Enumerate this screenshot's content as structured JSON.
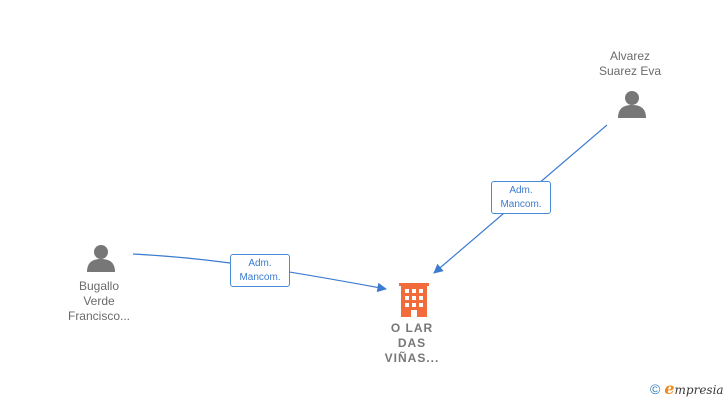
{
  "nodes": {
    "person_top": {
      "name_line1": "Alvarez",
      "name_line2": "Suarez Eva",
      "icon": "person-icon"
    },
    "person_left": {
      "name_line1": "Bugallo",
      "name_line2": "Verde",
      "name_line3": "Francisco...",
      "icon": "person-icon"
    },
    "company": {
      "name_line1": "O LAR",
      "name_line2": "DAS",
      "name_line3": "VIÑAS...",
      "icon": "building-icon"
    }
  },
  "edges": {
    "top_to_company": {
      "role_line1": "Adm.",
      "role_line2": "Mancom."
    },
    "left_to_company": {
      "role_line1": "Adm.",
      "role_line2": "Mancom."
    }
  },
  "brand": {
    "copyright": "©",
    "initial": "e",
    "rest": "mpresia"
  },
  "colors": {
    "person": "#777777",
    "company": "#f26b3a",
    "edge": "#3b7bd0"
  }
}
